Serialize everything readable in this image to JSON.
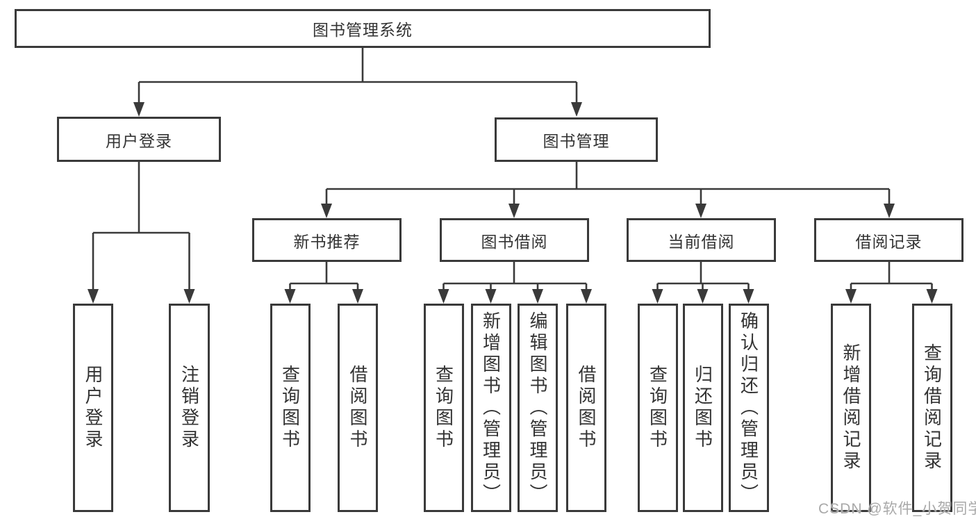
{
  "root_label": "图书管理系统",
  "level2": {
    "user_login": "用户登录",
    "book_management": "图书管理"
  },
  "level3": {
    "new_book": "新书推荐",
    "book_borrow": "图书借阅",
    "current_borrow": "当前借阅",
    "borrow_record": "借阅记录"
  },
  "leaves": {
    "g1": [
      "用户登录",
      "注销登录"
    ],
    "g2": [
      "查询图书",
      "借阅图书"
    ],
    "g3": [
      "查询图书",
      "新增图书（管理员）",
      "编辑图书（管理员）",
      "借阅图书"
    ],
    "g4": [
      "查询图书",
      "归还图书",
      "确认归还（管理员）"
    ],
    "g5": [
      "新增借阅记录",
      "查询借阅记录"
    ]
  },
  "watermark": "CSDN @软件_小贺同学",
  "colors": {
    "line": "#3a3a3a",
    "text": "#333333",
    "watermark": "#a9a9a9"
  }
}
